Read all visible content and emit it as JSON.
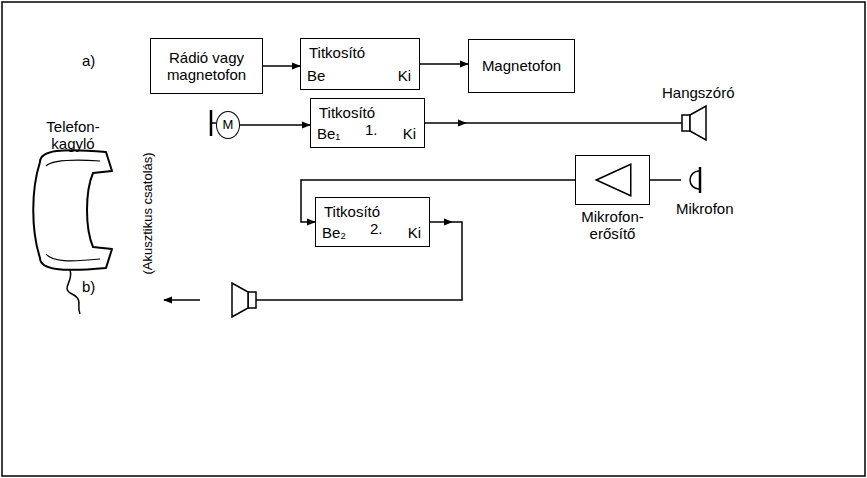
{
  "diagram": {
    "nodes": [
      {
        "text": [
          "Rádió vagy magnetofon"
        ]
      },
      {
        "text": [
          "Titkosító",
          "Be",
          "Ki"
        ]
      },
      {
        "text": [
          "Magnetofon"
        ]
      },
      {
        "text": [
          "M"
        ]
      },
      {
        "text": [
          "Titkosító",
          "Be₁",
          "1.",
          "Ki"
        ]
      },
      {
        "text": [
          "Mikrofon- erősítő"
        ]
      },
      {
        "text": [
          "Titkosító",
          "Be₂",
          "2.",
          "Ki"
        ]
      }
    ],
    "edges": [
      {
        "from": 0,
        "to": 1,
        "arrow": "to"
      },
      {
        "from": 1,
        "to": 2,
        "arrow": "to"
      },
      {
        "from": 3,
        "to": 4,
        "arrow": "to"
      },
      {
        "from": 5,
        "to": 6,
        "arrow": "to"
      }
    ],
    "labels": [
      "a)",
      "Telefon- kagyló",
      "(Akusztikus csatolás)",
      "Hangszóró",
      "Mikrofon",
      "b)"
    ]
  }
}
